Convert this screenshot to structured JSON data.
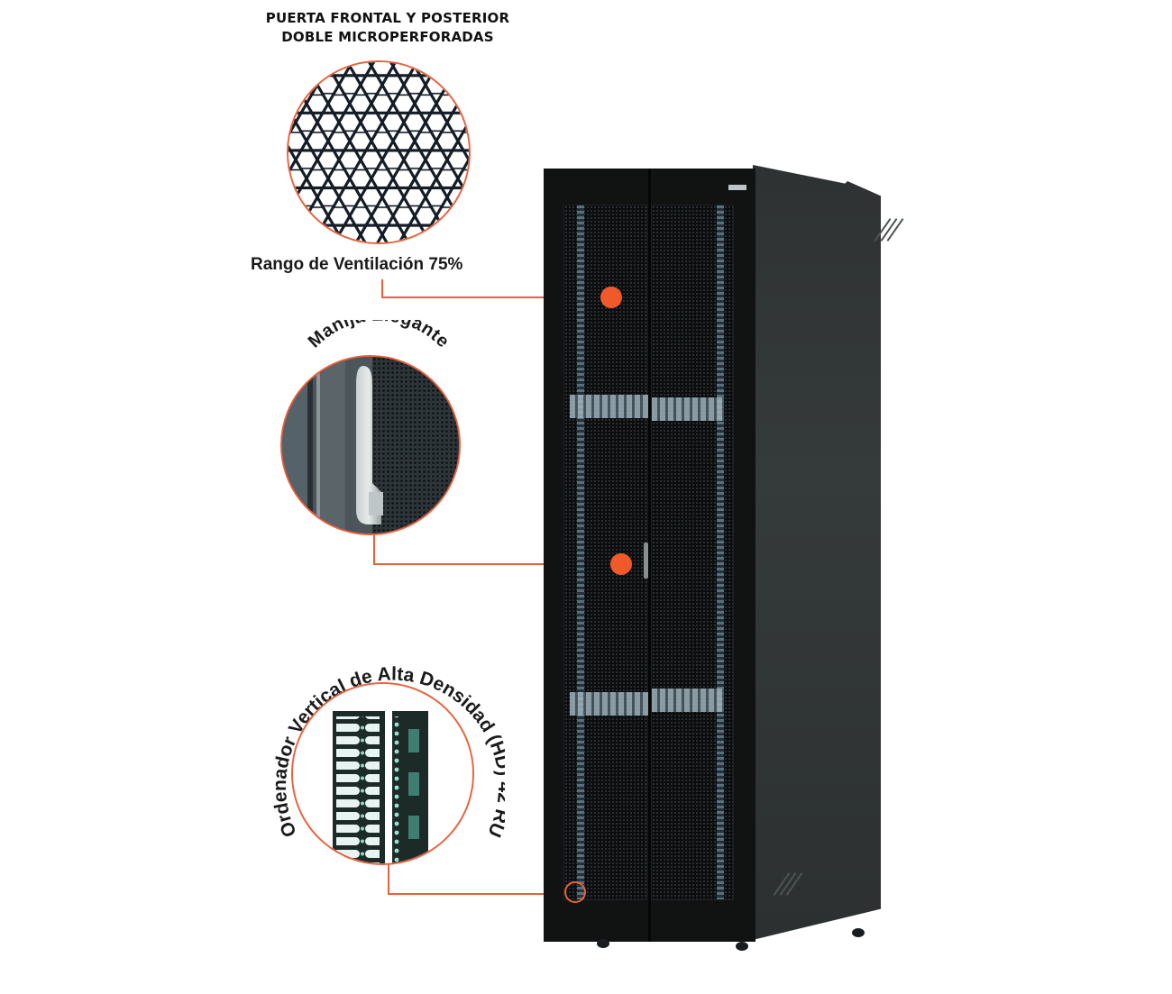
{
  "header": {
    "title_line1": "PUERTA FRONTAL Y POSTERIOR",
    "title_line2": "DOBLE MICROPERFORADAS"
  },
  "callouts": [
    {
      "id": "ventilation",
      "label": "Rango de Ventilación 75%",
      "image": "hexagonal-microperforated-mesh",
      "marker": "filled-dot"
    },
    {
      "id": "handle",
      "label": "Manija Elegante",
      "image": "door-handle-closeup",
      "marker": "filled-dot"
    },
    {
      "id": "organizer",
      "label": "Ordenador Vertical de Alta Densidad (HD) 42 RU",
      "image": "vertical-cable-organizer-closeup",
      "marker": "ring"
    }
  ],
  "product": {
    "type": "rack-cabinet",
    "doors": "double-microperforated",
    "color": "#111313"
  },
  "colors": {
    "accent": "#f05a2b",
    "line": "#e8603c",
    "text": "#1a1a1a",
    "background": "#ffffff"
  }
}
